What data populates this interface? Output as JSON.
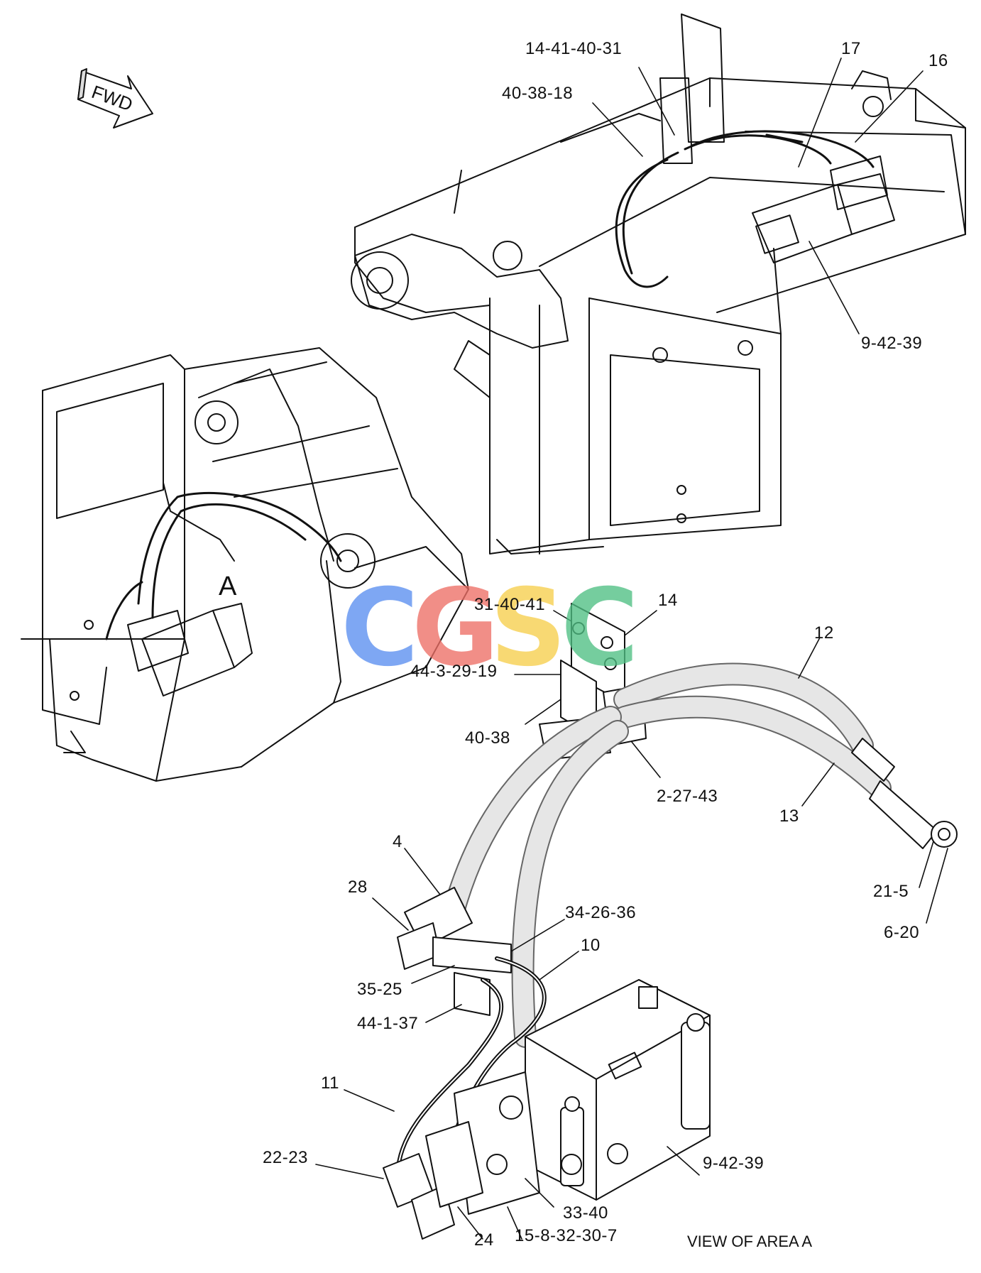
{
  "orientation_tag": "FWD",
  "area_marker": "A",
  "view_caption": "VIEW OF AREA A",
  "watermark": {
    "letters": [
      "C",
      "G",
      "S",
      "C"
    ],
    "colors": [
      "#5b8ff0",
      "#ee6f66",
      "#f7cf4d",
      "#4fbf83"
    ]
  },
  "callouts": {
    "c_14_41_40_31": "14-41-40-31",
    "c_17": "17",
    "c_16": "16",
    "c_40_38_18": "40-38-18",
    "c_9_42_39_top": "9-42-39",
    "c_31_40_41": "31-40-41",
    "c_14": "14",
    "c_12": "12",
    "c_44_3_29_19": "44-3-29-19",
    "c_40_38": "40-38",
    "c_2_27_43": "2-27-43",
    "c_13": "13",
    "c_4": "4",
    "c_28": "28",
    "c_21_5": "21-5",
    "c_6_20": "6-20",
    "c_34_26_36": "34-26-36",
    "c_10": "10",
    "c_35_25": "35-25",
    "c_44_1_37": "44-1-37",
    "c_11": "11",
    "c_22_23": "22-23",
    "c_9_42_39_bottom": "9-42-39",
    "c_33_40": "33-40",
    "c_24": "24",
    "c_15_8_32_30_7": "15-8-32-30-7"
  }
}
